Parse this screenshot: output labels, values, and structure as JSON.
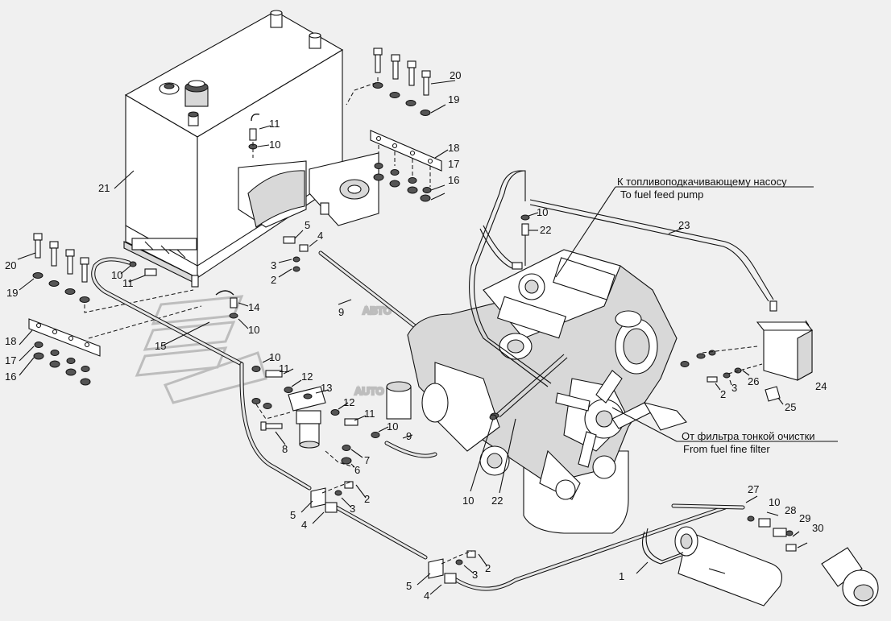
{
  "watermark": {
    "line1": "АВТО",
    "line2": "AUTO"
  },
  "annotations": {
    "to_pump_ru": "К топливоподкачивающему насосу",
    "to_pump_en": "To fuel feed pump",
    "from_filter_ru": "От фильтра тонкой очистки",
    "from_filter_en": "From  fuel fine filter"
  },
  "callouts": {
    "c21": "21",
    "c20a": "20",
    "c19a": "19",
    "c18a": "18",
    "c17a": "17",
    "c16a": "16",
    "c11a": "11",
    "c10a": "10",
    "c5a": "5",
    "c4a": "4",
    "c3a": "3",
    "c2a": "2",
    "c20b": "20",
    "c19b": "19",
    "c10b": "10",
    "c11b": "11",
    "c14": "14",
    "c10c": "10",
    "c15": "15",
    "c18b": "18",
    "c17b": "17",
    "c16b": "16",
    "c9a": "9",
    "c10d": "10",
    "c11c": "11",
    "c12a": "12",
    "c13": "13",
    "c12b": "12",
    "c11d": "11",
    "c10e": "10",
    "c9b": "9",
    "c8": "8",
    "c7": "7",
    "c6": "6",
    "c10f": "10",
    "c22a": "22",
    "c23": "23",
    "c26": "26",
    "c24": "24",
    "c3b": "3",
    "c2b": "2",
    "c25": "25",
    "c10g": "10",
    "c22b": "22",
    "c2c": "2",
    "c3c": "3",
    "c5b": "5",
    "c4b": "4",
    "c2d": "2",
    "c3d": "3",
    "c5c": "5",
    "c4c": "4",
    "c27": "27",
    "c10h": "10",
    "c28": "28",
    "c29": "29",
    "c30": "30",
    "c1": "1"
  }
}
